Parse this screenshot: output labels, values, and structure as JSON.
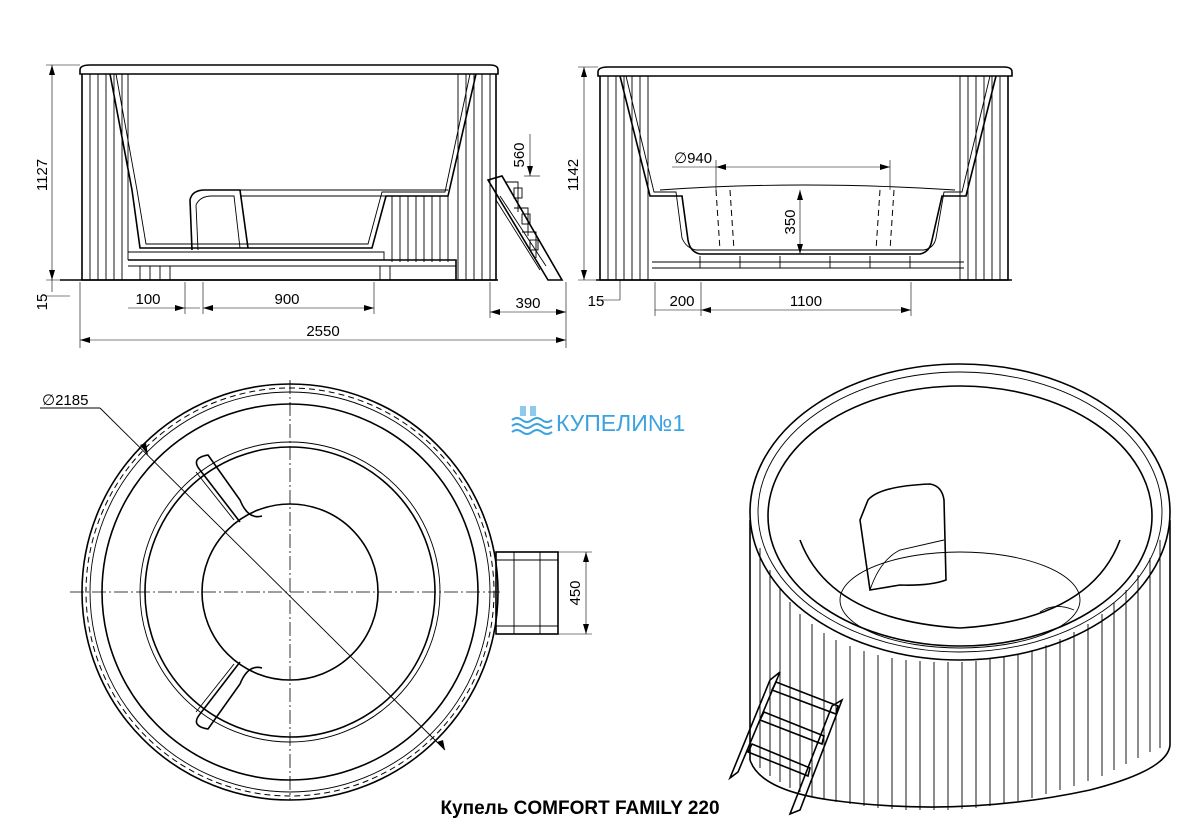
{
  "title": "Купель  COMFORT FAMILY 220",
  "brand": {
    "text": "КУПЕЛИ№1",
    "color": "#3aa3e0",
    "icon": "waves-tub-icon"
  },
  "dimensions": {
    "front_height": "1127",
    "front_base": "15",
    "front_step": "100",
    "front_inner": "900",
    "ladder_height": "560",
    "ladder_depth": "390",
    "overall_width": "2550",
    "side_height": "1142",
    "side_base": "15",
    "side_step": "200",
    "side_inner": "1100",
    "side_diameter": "∅940",
    "side_depth": "350",
    "plan_diameter": "∅2185",
    "plan_ladder_width": "450"
  }
}
